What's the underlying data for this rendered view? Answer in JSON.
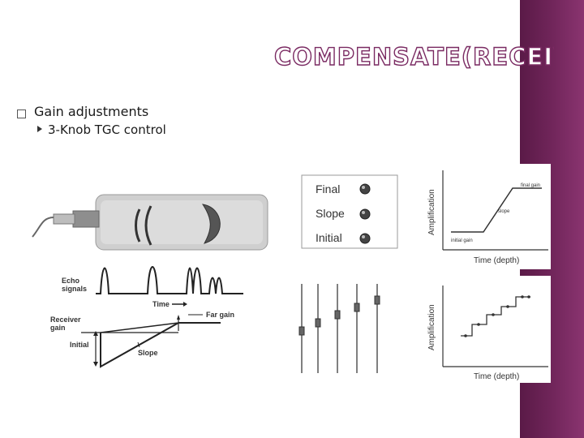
{
  "slide": {
    "title": "COMPENSATE(RECEIVER)",
    "bullets": [
      {
        "text": "Gain adjustments",
        "sub": "3-Knob TGC control"
      }
    ]
  },
  "left_figure": {
    "echo_label": "Echo\nsignals",
    "time_label": "Time",
    "receiver_gain_label": "Receiver\ngain",
    "initial_label": "Initial",
    "slope_label": "Slope",
    "far_gain_label": "Far gain"
  },
  "knob_panel": {
    "knobs": [
      "Final",
      "Slope",
      "Initial"
    ]
  },
  "graph_top": {
    "ylabel": "Amplification",
    "xlabel": "Time (depth)",
    "final_gain_label": "final gain",
    "slope_label": "slope",
    "initial_gain_label": "initial gain"
  },
  "graph_bottom": {
    "ylabel": "Amplification",
    "xlabel": "Time (depth)"
  },
  "colors": {
    "sidebar": "#6e2458",
    "title_outline": "#7a2a62"
  }
}
